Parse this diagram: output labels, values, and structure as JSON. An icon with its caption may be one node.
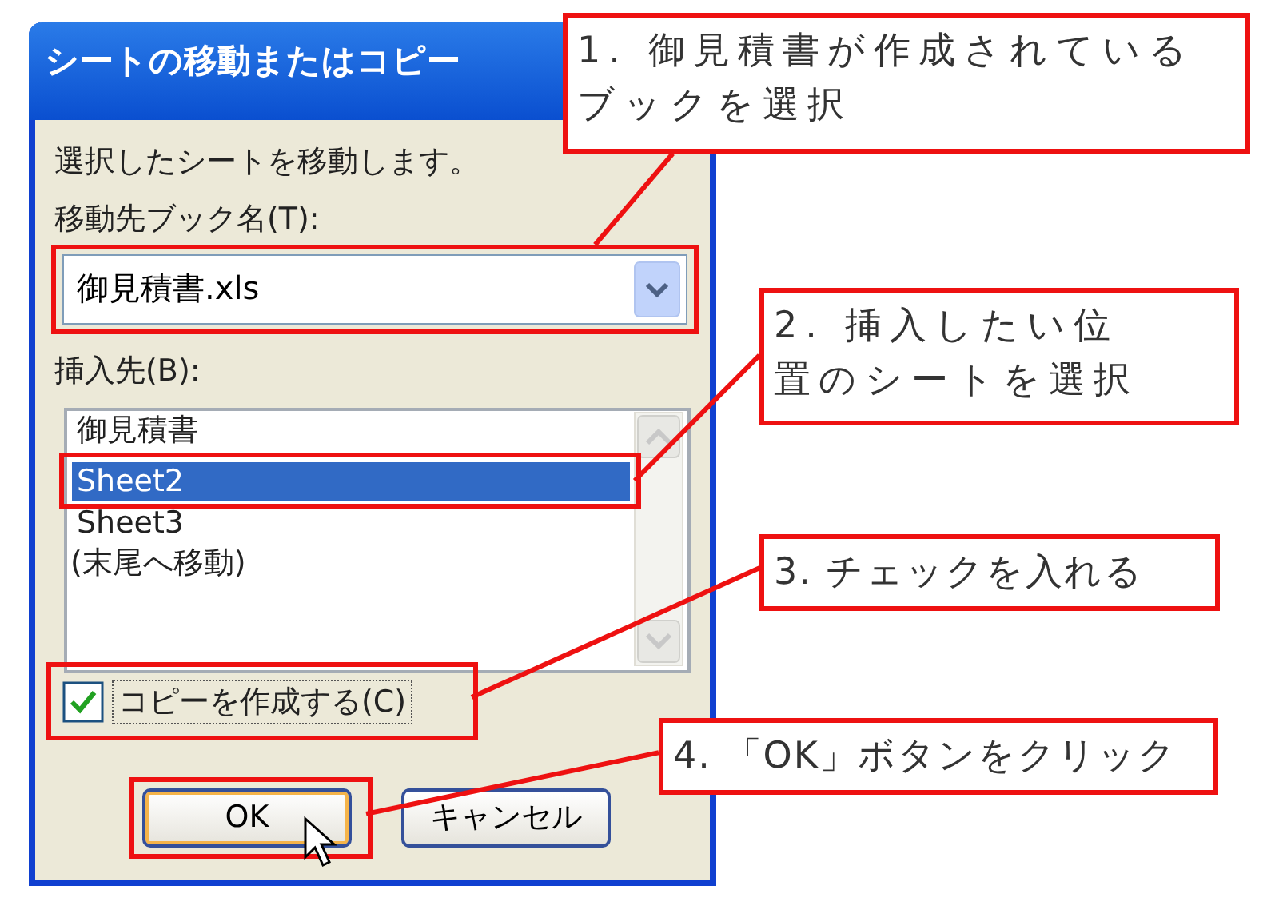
{
  "diagram": {
    "nodes": [
      {
        "text": [
          "シートの移動またはコピー"
        ]
      },
      {
        "text": [
          "御見積書.xls"
        ],
        "in": 0
      },
      {
        "text": [
          "Sheet2"
        ],
        "in": 0
      },
      {
        "text": [
          "コピーを作成する(C)"
        ],
        "in": 0
      },
      {
        "text": [
          "OK"
        ],
        "in": 0
      },
      {
        "text": [
          "1. 御見積書が作成されているブックを選択"
        ]
      },
      {
        "text": [
          "2. 挿入したい位置のシートを選択"
        ]
      },
      {
        "text": [
          "3. チェックを入れる"
        ]
      },
      {
        "text": [
          "4. 「OK」ボタンをクリック"
        ]
      }
    ],
    "edges": [
      {
        "from": 5,
        "to": 1,
        "arrow": "none"
      },
      {
        "from": 6,
        "to": 2,
        "arrow": "none"
      },
      {
        "from": 7,
        "to": 3,
        "arrow": "none"
      },
      {
        "from": 8,
        "to": 4,
        "arrow": "none"
      }
    ],
    "labels": [
      "選択したシートを移動します。",
      "移動先ブック名(T):",
      "挿入先(B):",
      "御見積書",
      "Sheet3",
      "(末尾へ移動)",
      "キャンセル"
    ]
  }
}
